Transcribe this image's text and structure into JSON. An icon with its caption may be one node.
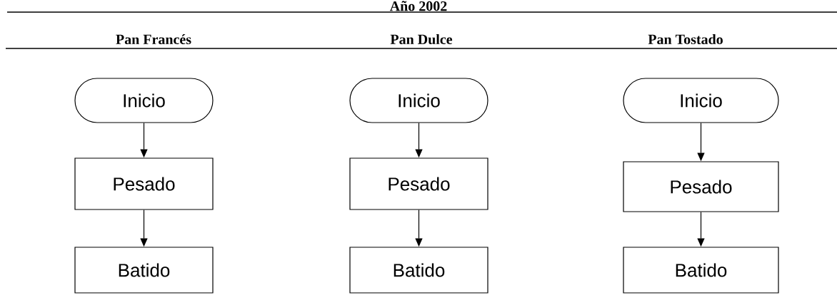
{
  "diagram": {
    "title": "Año 2002",
    "nodes": [
      {
        "text": [
          "Inicio"
        ]
      },
      {
        "text": [
          "Pesado"
        ]
      },
      {
        "text": [
          "Batido"
        ]
      },
      {
        "text": [
          "Inicio"
        ]
      },
      {
        "text": [
          "Pesado"
        ]
      },
      {
        "text": [
          "Batido"
        ]
      },
      {
        "text": [
          "Inicio"
        ]
      },
      {
        "text": [
          "Pesado"
        ]
      },
      {
        "text": [
          "Batido"
        ]
      }
    ],
    "edges": [
      {
        "from": 0,
        "to": 1,
        "arrow": "to"
      },
      {
        "from": 1,
        "to": 2,
        "arrow": "to"
      },
      {
        "from": 3,
        "to": 4,
        "arrow": "to"
      },
      {
        "from": 4,
        "to": 5,
        "arrow": "to"
      },
      {
        "from": 6,
        "to": 7,
        "arrow": "to"
      },
      {
        "from": 7,
        "to": 8,
        "arrow": "to"
      }
    ],
    "labels": [
      "Pan Francés",
      "Pan Dulce",
      "Pan Tostado"
    ]
  }
}
